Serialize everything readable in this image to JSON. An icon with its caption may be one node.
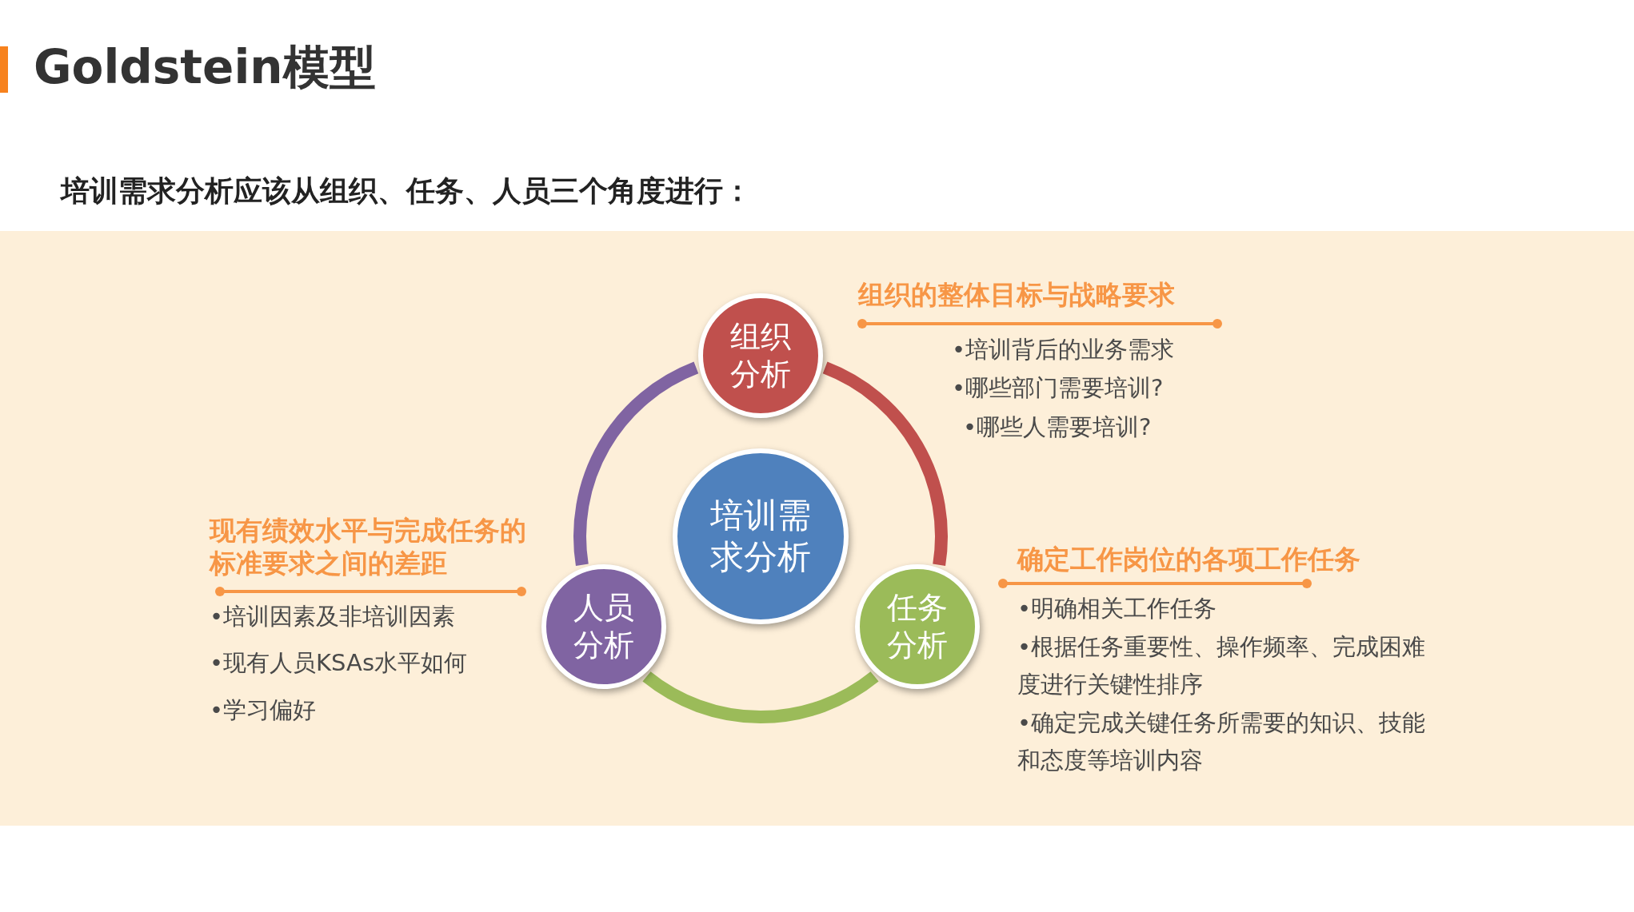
{
  "diagram": {
    "title": "Goldstein模型",
    "nodes": [
      {
        "text": [
          "培训需求分析"
        ]
      },
      {
        "text": [
          "组织分析"
        ],
        "beside": [
          "组织的整体目标与战略要求",
          "•培训背后的业务需求",
          "•哪些部门需要培训?",
          "•哪些人需要培训?"
        ]
      },
      {
        "text": [
          "任务分析"
        ],
        "beside": [
          "确定工作岗位的各项工作任务",
          "•明确相关工作任务",
          "•根据任务重要性、操作频率、完成困难度进行关键性排序",
          "•确定完成关键任务所需要的知识、技能和态度等培训内容"
        ]
      },
      {
        "text": [
          "人员分析"
        ],
        "beside": [
          "现有绩效水平与完成任务的标准要求之间的差距",
          "•培训因素及非培训因素",
          "•现有人员KSAs水平如何",
          "•学习偏好"
        ]
      }
    ],
    "edges": [
      {
        "from": 1,
        "to": 2,
        "arrow": "none",
        "color": "#c0504d"
      },
      {
        "from": 2,
        "to": 3,
        "arrow": "none",
        "color": "#9bbb59"
      },
      {
        "from": 3,
        "to": 1,
        "arrow": "none",
        "color": "#8064a2"
      }
    ],
    "labels": [
      "培训需求分析应该从组织、任务、人员三个角度进行："
    ]
  }
}
